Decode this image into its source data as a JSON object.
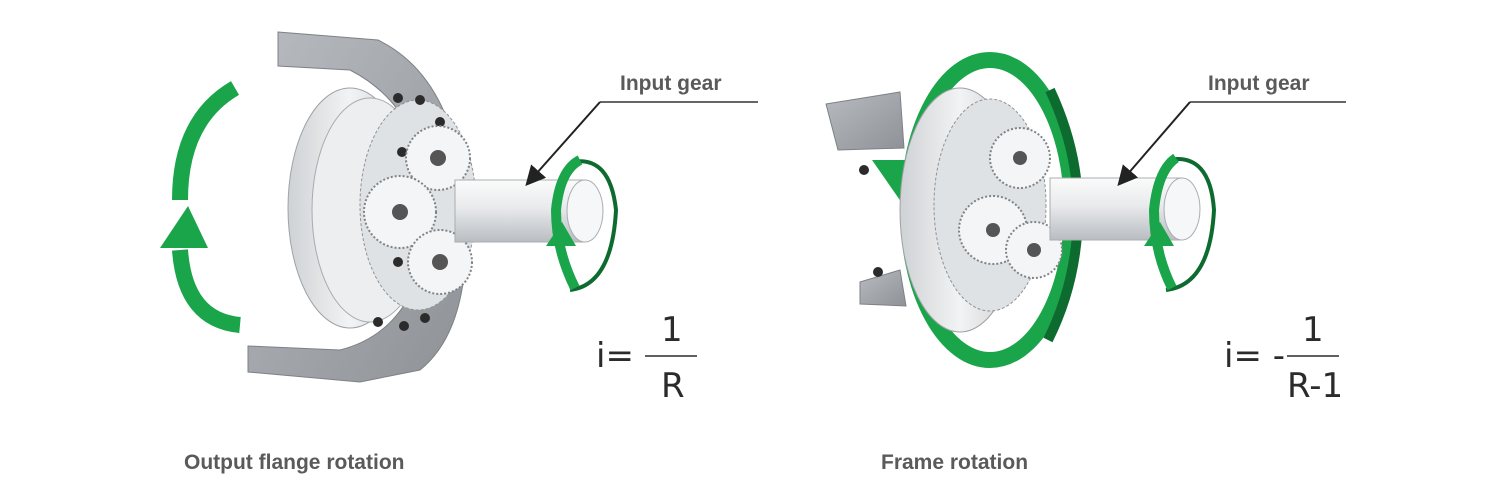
{
  "left_panel": {
    "callout_label": "Input gear",
    "caption": "Output flange rotation",
    "formula": {
      "lhs": "i=",
      "numerator": "1",
      "denominator": "R"
    }
  },
  "right_panel": {
    "callout_label": "Input gear",
    "caption": "Frame rotation",
    "formula": {
      "lhs": "i= -",
      "numerator": "1",
      "denominator": "R-1"
    }
  },
  "colors": {
    "arrow_green": "#1aa54b",
    "arrow_dark_green": "#0e6b30",
    "frame_gray": "#9a9ea3",
    "metal_light": "#e6e8ea",
    "text_gray": "#5a5a5a",
    "ink": "#2b2b2b"
  }
}
